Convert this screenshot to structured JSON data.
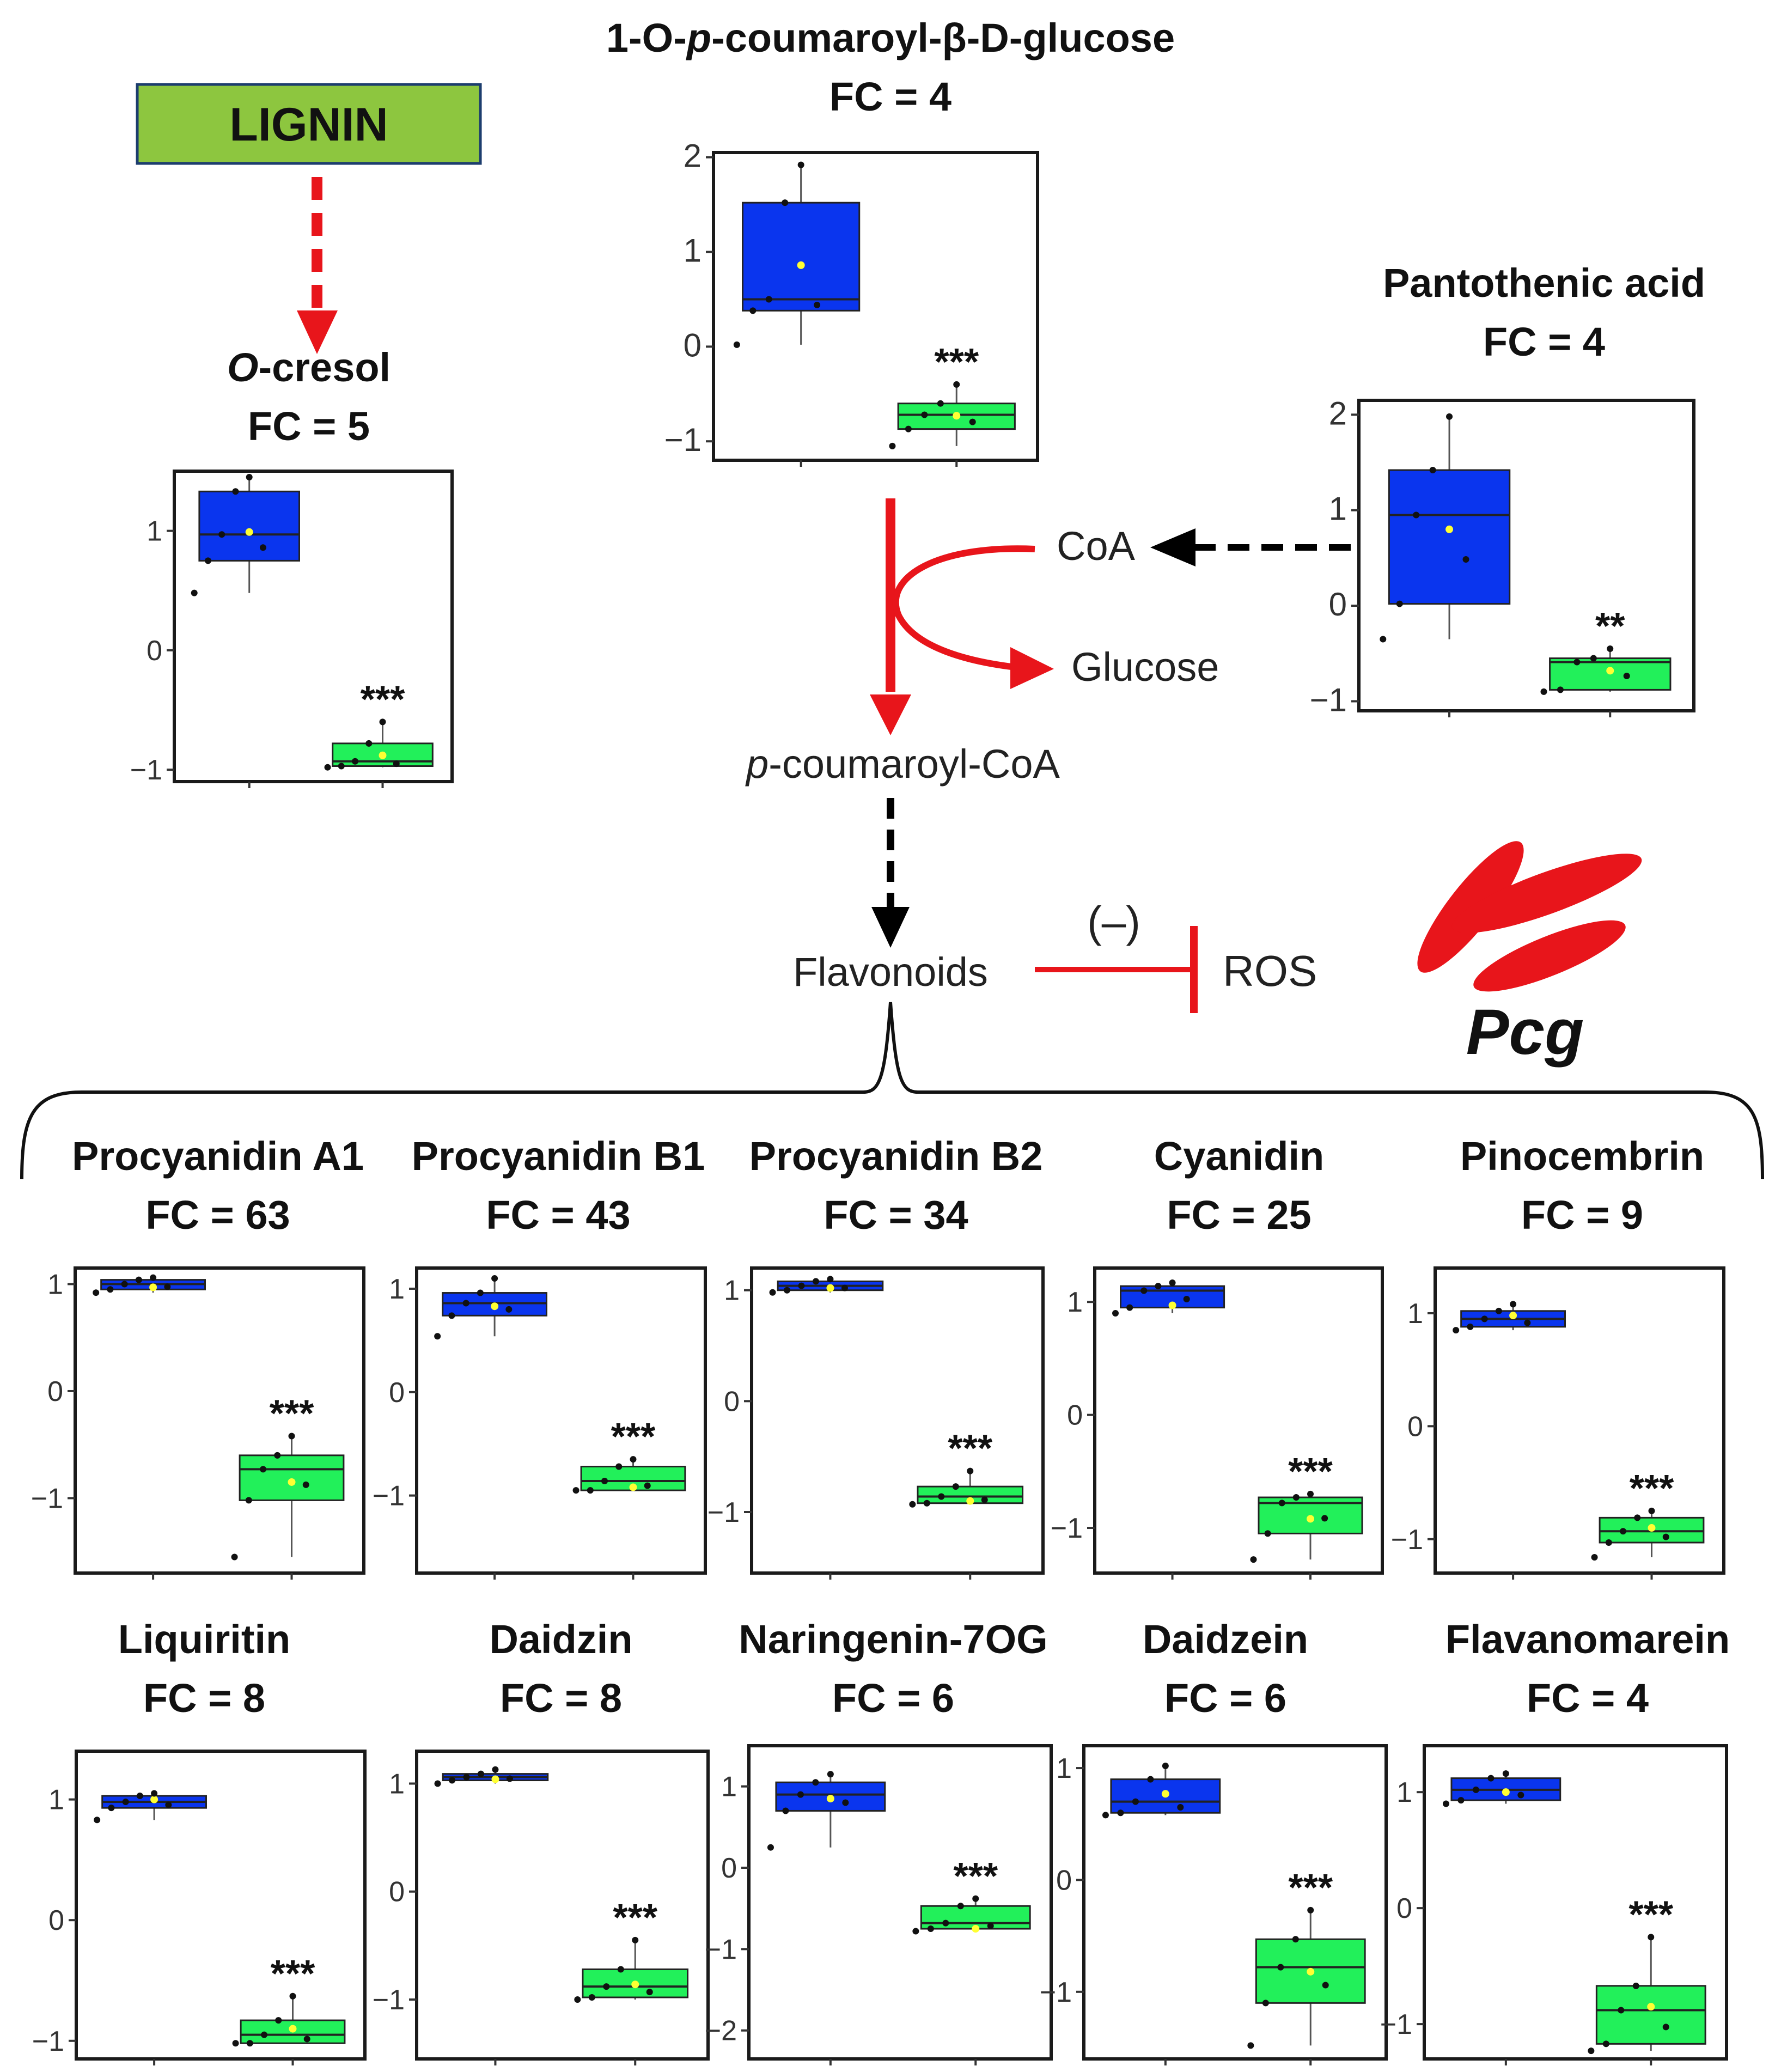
{
  "colors": {
    "control": "#0a35ee",
    "treated": "#22f05a",
    "pathway": "#e8151b",
    "lignin_box": "#8dc63f",
    "mean_dot": "#ffff33"
  },
  "top": {
    "lignin_label": "LIGNIN",
    "coa_label": "CoA",
    "glucose_label": "Glucose",
    "pcoumaroyl_prefix": "p",
    "pcoumaroyl_rest": "-coumaroyl-CoA",
    "flavonoids_label": "Flavonoids",
    "inhibit_sign": "(–)",
    "ros_label": "ROS",
    "pcg_label": "Pcg"
  },
  "chart_data": [
    {
      "type": "box",
      "name": "O-cresol",
      "title_prefix": "O",
      "title_rest": "-cresol",
      "fc": "FC = 5",
      "sig": "***",
      "yticks": [
        "1",
        "0",
        "−1"
      ],
      "ylim": [
        -1.1,
        1.5
      ],
      "tick_values": [
        1,
        0,
        -1
      ],
      "groups": [
        {
          "q1": 0.75,
          "median": 0.97,
          "q3": 1.33,
          "whisker_low": 0.48,
          "whisker_high": 1.45,
          "mean": 0.99
        },
        {
          "q1": -0.97,
          "median": -0.93,
          "q3": -0.78,
          "whisker_low": -0.98,
          "whisker_high": -0.6,
          "mean": -0.88
        }
      ]
    },
    {
      "type": "box",
      "name": "1-O-p-coumaroyl-β-D-glucose",
      "title_prefix": "1-O-",
      "title_italic": "p",
      "title_rest": "-coumaroyl-β-D-glucose",
      "fc": "FC = 4",
      "sig": "***",
      "yticks": [
        "2",
        "1",
        "0",
        "−1"
      ],
      "ylim": [
        -1.2,
        2.05
      ],
      "tick_values": [
        2,
        1,
        0,
        -1
      ],
      "groups": [
        {
          "q1": 0.38,
          "median": 0.5,
          "q3": 1.52,
          "whisker_low": 0.02,
          "whisker_high": 1.92,
          "mean": 0.86
        },
        {
          "q1": -0.87,
          "median": -0.72,
          "q3": -0.6,
          "whisker_low": -1.05,
          "whisker_high": -0.4,
          "mean": -0.73
        }
      ]
    },
    {
      "type": "box",
      "name": "Pantothenic acid",
      "title_prefix": "Pantothenic acid",
      "title_rest": "",
      "fc": "FC = 4",
      "sig": "**",
      "yticks": [
        "2",
        "1",
        "0",
        "−1"
      ],
      "ylim": [
        -1.1,
        2.15
      ],
      "tick_values": [
        2,
        1,
        0,
        -1
      ],
      "groups": [
        {
          "q1": 0.02,
          "median": 0.95,
          "q3": 1.42,
          "whisker_low": -0.35,
          "whisker_high": 1.98,
          "mean": 0.8
        },
        {
          "q1": -0.88,
          "median": -0.59,
          "q3": -0.55,
          "whisker_low": -0.9,
          "whisker_high": -0.45,
          "mean": -0.68
        }
      ]
    },
    {
      "type": "box",
      "name": "Procyanidin A1",
      "title_prefix": "Procyanidin A1",
      "title_rest": "",
      "fc": "FC = 63",
      "sig": "***",
      "yticks": [
        "1",
        "0",
        "−1"
      ],
      "ylim": [
        -1.7,
        1.15
      ],
      "tick_values": [
        1,
        0,
        -1
      ],
      "groups": [
        {
          "q1": 0.95,
          "median": 1.0,
          "q3": 1.04,
          "whisker_low": 0.92,
          "whisker_high": 1.06,
          "mean": 0.97
        },
        {
          "q1": -1.02,
          "median": -0.73,
          "q3": -0.6,
          "whisker_low": -1.55,
          "whisker_high": -0.42,
          "mean": -0.85
        }
      ]
    },
    {
      "type": "box",
      "name": "Procyanidin B1",
      "title_prefix": "Procyanidin B1",
      "title_rest": "",
      "fc": "FC = 43",
      "sig": "***",
      "yticks": [
        "1",
        "0",
        "−1"
      ],
      "ylim": [
        -1.75,
        1.2
      ],
      "tick_values": [
        1,
        0,
        -1
      ],
      "groups": [
        {
          "q1": 0.74,
          "median": 0.86,
          "q3": 0.96,
          "whisker_low": 0.54,
          "whisker_high": 1.1,
          "mean": 0.83
        },
        {
          "q1": -0.95,
          "median": -0.86,
          "q3": -0.72,
          "whisker_low": -0.95,
          "whisker_high": -0.65,
          "mean": -0.92
        }
      ]
    },
    {
      "type": "box",
      "name": "Procyanidin B2",
      "title_prefix": "Procyanidin B2",
      "title_rest": "",
      "fc": "FC = 34",
      "sig": "***",
      "yticks": [
        "1",
        "0",
        "−1"
      ],
      "ylim": [
        -1.55,
        1.2
      ],
      "tick_values": [
        1,
        0,
        -1
      ],
      "groups": [
        {
          "q1": 1.0,
          "median": 1.04,
          "q3": 1.08,
          "whisker_low": 0.98,
          "whisker_high": 1.1,
          "mean": 1.02
        },
        {
          "q1": -0.92,
          "median": -0.86,
          "q3": -0.77,
          "whisker_low": -0.93,
          "whisker_high": -0.63,
          "mean": -0.9
        }
      ]
    },
    {
      "type": "box",
      "name": "Cyanidin",
      "title_prefix": "Cyanidin",
      "title_rest": "",
      "fc": "FC = 25",
      "sig": "***",
      "yticks": [
        "1",
        "0",
        "−1"
      ],
      "ylim": [
        -1.4,
        1.3
      ],
      "tick_values": [
        1,
        0,
        -1
      ],
      "groups": [
        {
          "q1": 0.95,
          "median": 1.1,
          "q3": 1.14,
          "whisker_low": 0.9,
          "whisker_high": 1.17,
          "mean": 0.97
        },
        {
          "q1": -1.05,
          "median": -0.78,
          "q3": -0.73,
          "whisker_low": -1.28,
          "whisker_high": -0.7,
          "mean": -0.92
        }
      ]
    },
    {
      "type": "box",
      "name": "Pinocembrin",
      "title_prefix": "Pinocembrin",
      "title_rest": "",
      "fc": "FC = 9",
      "sig": "***",
      "yticks": [
        "1",
        "0",
        "−1"
      ],
      "ylim": [
        -1.3,
        1.4
      ],
      "tick_values": [
        1,
        0,
        -1
      ],
      "groups": [
        {
          "q1": 0.88,
          "median": 0.95,
          "q3": 1.02,
          "whisker_low": 0.85,
          "whisker_high": 1.08,
          "mean": 0.98
        },
        {
          "q1": -1.03,
          "median": -0.93,
          "q3": -0.81,
          "whisker_low": -1.16,
          "whisker_high": -0.75,
          "mean": -0.9
        }
      ]
    },
    {
      "type": "box",
      "name": "Liquiritin",
      "title_prefix": "Liquiritin",
      "title_rest": "",
      "fc": "FC = 8",
      "sig": "***",
      "yticks": [
        "1",
        "0",
        "−1"
      ],
      "ylim": [
        -1.15,
        1.4
      ],
      "tick_values": [
        1,
        0,
        -1
      ],
      "groups": [
        {
          "q1": 0.93,
          "median": 0.98,
          "q3": 1.03,
          "whisker_low": 0.83,
          "whisker_high": 1.05,
          "mean": 1.0
        },
        {
          "q1": -1.02,
          "median": -0.95,
          "q3": -0.83,
          "whisker_low": -1.02,
          "whisker_high": -0.63,
          "mean": -0.9
        }
      ]
    },
    {
      "type": "box",
      "name": "Daidzin",
      "title_prefix": "Daidzin",
      "title_rest": "",
      "fc": "FC = 8",
      "sig": "***",
      "yticks": [
        "1",
        "0",
        "−1"
      ],
      "ylim": [
        -1.55,
        1.3
      ],
      "tick_values": [
        1,
        0,
        -1
      ],
      "groups": [
        {
          "q1": 1.03,
          "median": 1.06,
          "q3": 1.09,
          "whisker_low": 1.0,
          "whisker_high": 1.13,
          "mean": 1.04
        },
        {
          "q1": -0.98,
          "median": -0.88,
          "q3": -0.72,
          "whisker_low": -1.0,
          "whisker_high": -0.45,
          "mean": -0.86
        }
      ]
    },
    {
      "type": "box",
      "name": "Naringenin-7OG",
      "title_prefix": "Naringenin-7OG",
      "title_rest": "",
      "fc": "FC = 6",
      "sig": "***",
      "yticks": [
        "1",
        "0",
        "−1",
        "−2"
      ],
      "ylim": [
        -2.35,
        1.5
      ],
      "tick_values": [
        1,
        0,
        -1,
        -2
      ],
      "groups": [
        {
          "q1": 0.7,
          "median": 0.9,
          "q3": 1.05,
          "whisker_low": 0.25,
          "whisker_high": 1.15,
          "mean": 0.85
        },
        {
          "q1": -0.75,
          "median": -0.68,
          "q3": -0.47,
          "whisker_low": -0.78,
          "whisker_high": -0.38,
          "mean": -0.75
        }
      ]
    },
    {
      "type": "box",
      "name": "Daidzein",
      "title_prefix": "Daidzein",
      "title_rest": "",
      "fc": "FC = 6",
      "sig": "***",
      "yticks": [
        "1",
        "0",
        "−1"
      ],
      "ylim": [
        -1.6,
        1.2
      ],
      "tick_values": [
        1,
        0,
        -1
      ],
      "groups": [
        {
          "q1": 0.6,
          "median": 0.7,
          "q3": 0.9,
          "whisker_low": 0.58,
          "whisker_high": 1.02,
          "mean": 0.77
        },
        {
          "q1": -1.1,
          "median": -0.78,
          "q3": -0.53,
          "whisker_low": -1.48,
          "whisker_high": -0.27,
          "mean": -0.82
        }
      ]
    },
    {
      "type": "box",
      "name": "Flavanomarein",
      "title_prefix": "Flavanomarein",
      "title_rest": "",
      "fc": "FC = 4",
      "sig": "***",
      "yticks": [
        "1",
        "0",
        "−1"
      ],
      "ylim": [
        -1.3,
        1.4
      ],
      "tick_values": [
        1,
        0,
        -1
      ],
      "groups": [
        {
          "q1": 0.93,
          "median": 1.02,
          "q3": 1.12,
          "whisker_low": 0.9,
          "whisker_high": 1.16,
          "mean": 1.0
        },
        {
          "q1": -1.17,
          "median": -0.88,
          "q3": -0.67,
          "whisker_low": -1.23,
          "whisker_high": -0.25,
          "mean": -0.85
        }
      ]
    }
  ]
}
